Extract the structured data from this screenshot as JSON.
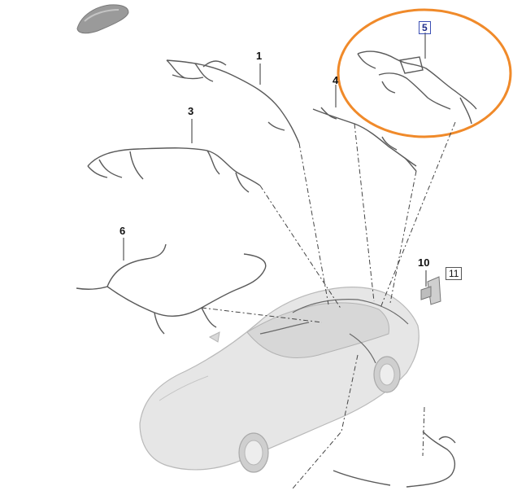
{
  "diagram": {
    "callouts": [
      {
        "id": "c1",
        "label": "1",
        "boxed": false
      },
      {
        "id": "c3",
        "label": "3",
        "boxed": false
      },
      {
        "id": "c4",
        "label": "4",
        "boxed": false
      },
      {
        "id": "c5",
        "label": "5",
        "boxed": true,
        "highlight": true
      },
      {
        "id": "c6",
        "label": "6",
        "boxed": false
      },
      {
        "id": "c10",
        "label": "10",
        "boxed": false
      },
      {
        "id": "c11",
        "label": "11",
        "boxed": true
      }
    ],
    "colors": {
      "highlight_ellipse": "#f08a2a",
      "harness_stroke": "#5a5a5a",
      "car_fill": "#e6e6e6",
      "car_stroke": "#b9b9b9",
      "leader_line": "#444444",
      "highlight_box": "#3b4fb4"
    },
    "parts": [
      "roof-harness",
      "door-harness",
      "tailgate-harness",
      "rear-module-harness",
      "floor-harness",
      "bracket",
      "underbody-harness"
    ]
  }
}
